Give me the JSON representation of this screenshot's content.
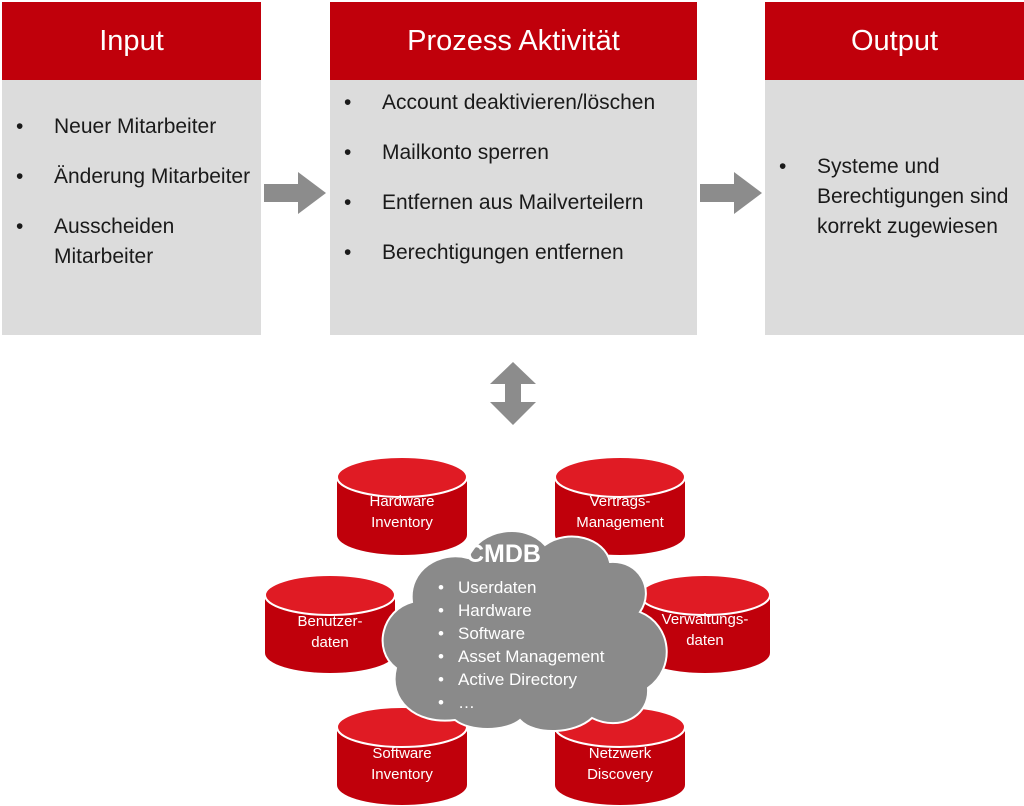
{
  "input": {
    "title": "Input",
    "items": [
      "Neuer Mitarbeiter",
      "Änderung Mitarbeiter",
      "Ausscheiden Mitarbeiter"
    ]
  },
  "process": {
    "title": "Prozess Aktivität",
    "items": [
      "Account deaktivieren/löschen",
      "Mailkonto sperren",
      "Entfernen aus Mailverteilern",
      "Berechtigungen entfernen"
    ]
  },
  "output": {
    "title": "Output",
    "items": [
      "Systeme und Berechtigungen sind korrekt zugewiesen"
    ]
  },
  "databases": {
    "hardware_inventory": [
      "Hardware",
      "Inventory"
    ],
    "vertrags_management": [
      "Vertrags-",
      "Management"
    ],
    "benutzer_daten": [
      "Benutzer-",
      "daten"
    ],
    "verwaltungs_daten": [
      "Verwaltungs-",
      "daten"
    ],
    "software_inventory": [
      "Software",
      "Inventory"
    ],
    "netzwerk_discovery": [
      "Netzwerk",
      "Discovery"
    ]
  },
  "cmdb": {
    "title": "CMDB",
    "items": [
      "Userdaten",
      "Hardware",
      "Software",
      "Asset Management",
      "Active Directory",
      "…"
    ]
  },
  "colors": {
    "red": "#c0000b",
    "red_top": "#e01b24",
    "panel_gray": "#dcdcdc",
    "arrow_gray": "#8c8c8c",
    "cloud_gray": "#8a8a8a"
  }
}
